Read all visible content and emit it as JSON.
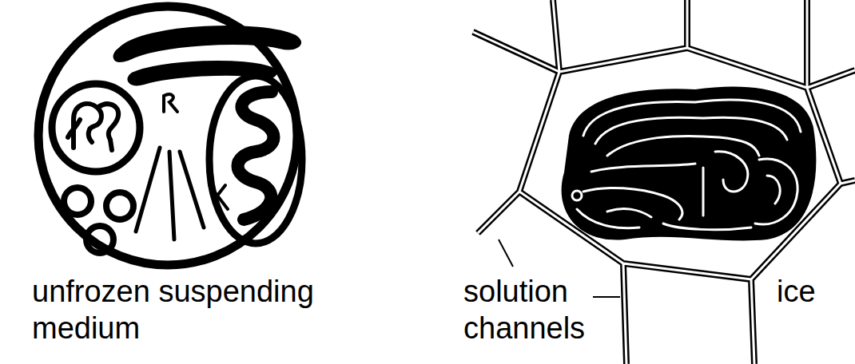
{
  "diagram": {
    "labels": [
      "unfrozen suspending medium",
      "solution channels",
      "ice"
    ]
  }
}
